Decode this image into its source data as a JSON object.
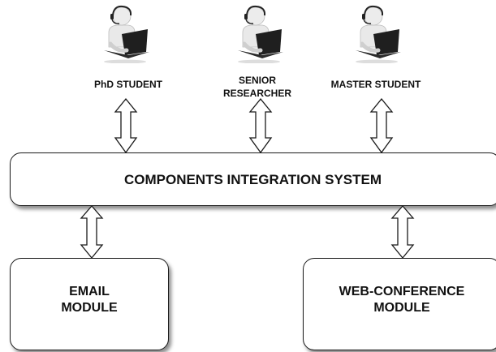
{
  "users": [
    {
      "label": "PhD STUDENT"
    },
    {
      "label": "SENIOR RESEARCHER",
      "line1": "SENIOR",
      "line2": "RESEARCHER"
    },
    {
      "label": "MASTER STUDENT"
    }
  ],
  "integration": {
    "label": "COMPONENTS INTEGRATION SYSTEM"
  },
  "modules": [
    {
      "line1": "EMAIL",
      "line2": "MODULE"
    },
    {
      "line1": "WEB-CONFERENCE",
      "line2": "MODULE"
    }
  ],
  "icons": [
    "user-at-laptop-icon",
    "double-arrow-icon"
  ],
  "colors": {
    "outline": "#1a1a1a",
    "figure": "#e8e8e8",
    "laptop": "#1f1f1f"
  }
}
